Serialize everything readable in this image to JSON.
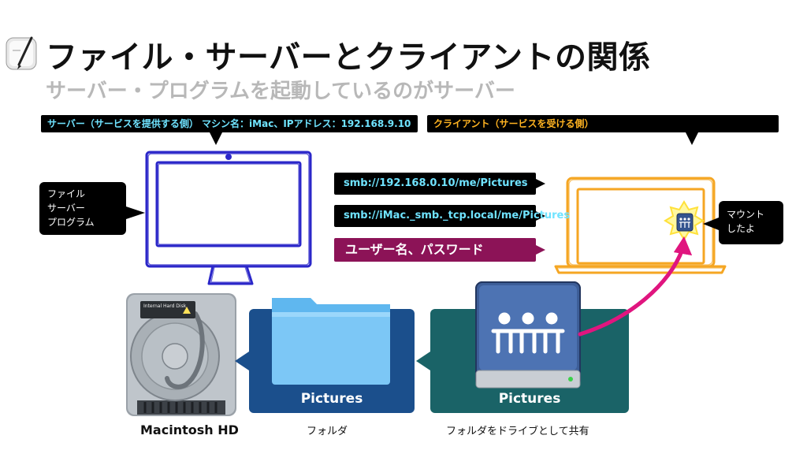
{
  "slide": {
    "title": "ファイル・サーバーとクライアントの関係",
    "subtitle": "サーバー・プログラムを起動しているのがサーバー"
  },
  "banners": {
    "server": "サーバー（サービスを提供する側） マシン名：iMac、IPアドレス：192.168.9.10",
    "client": "クライアント（サービスを受ける側）"
  },
  "callouts": {
    "file_server": [
      "ファイル",
      "サーバー",
      "プログラム"
    ],
    "mount": [
      "マウント",
      "したよ"
    ]
  },
  "connection": {
    "url_ip": "smb://192.168.0.10/me/Pictures",
    "url_host": "smb://iMac._smb._tcp.local/me/Pictures",
    "credentials": "ユーザー名、パスワード"
  },
  "panels": {
    "folder_label": "Pictures",
    "share_label": "Pictures"
  },
  "captions": {
    "disk": "Macintosh HD",
    "folder": "フォルダ",
    "share": "フォルダをドライブとして共有"
  },
  "disk_label": "Internal Hard Disk",
  "colors": {
    "server_accent": "#6fe3ff",
    "client_accent": "#ffb321",
    "server_monitor": "#2b27c9",
    "client_laptop": "#f5a623",
    "credential_bar": "#8c1357",
    "folder_panel": "#1b4f8c",
    "share_panel": "#1a6367",
    "mount_arrow": "#e0157f"
  },
  "icons": {
    "app": "keynote-icon",
    "disk": "hard-disk-icon",
    "folder": "folder-icon",
    "share": "shared-drive-icon",
    "mount": "mounted-volume-icon"
  }
}
